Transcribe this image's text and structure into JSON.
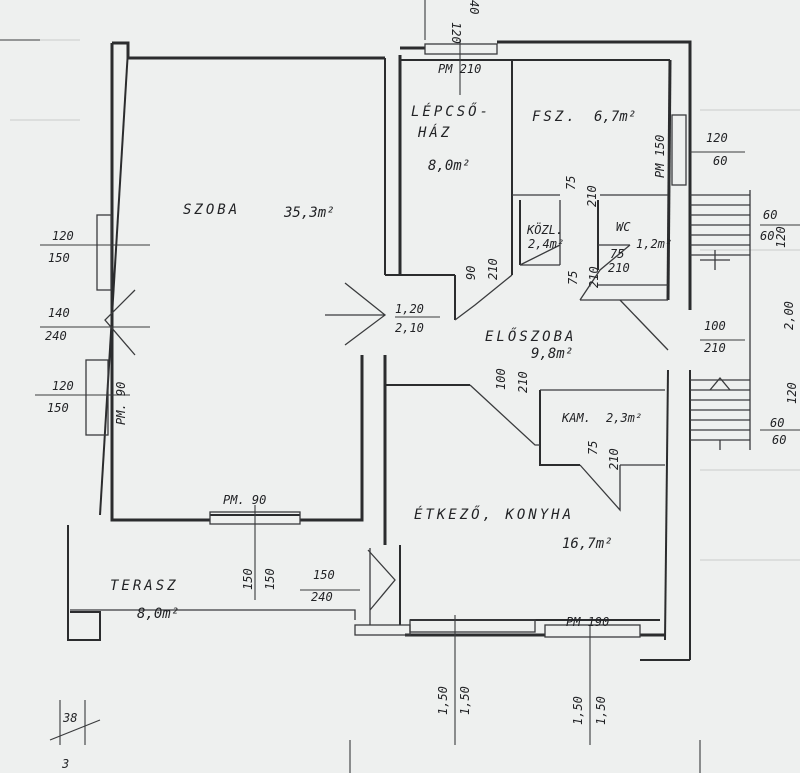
{
  "rooms": {
    "szoba": {
      "name": "SZOBA",
      "area": "35,3m²"
    },
    "lepcsohaz": {
      "name_line1": "LÉPCSŐ-",
      "name_line2": "HÁZ",
      "area": "8,0m²"
    },
    "fsz": {
      "name": "FSZ.",
      "area": "6,7m²"
    },
    "kozl": {
      "name": "KÖZL.",
      "area": "2,4m²"
    },
    "wc": {
      "name": "WC",
      "area": "1,2m²"
    },
    "eloszoba": {
      "name": "ELŐSZOBA",
      "area": "9,8m²"
    },
    "kam": {
      "name": "KAM.",
      "area": "2,3m²"
    },
    "etkezo": {
      "name": "ÉTKEZŐ, KONYHA",
      "area": "16,7m²"
    },
    "terasz": {
      "name": "TERASZ",
      "area": "8,0m²"
    }
  },
  "openings": {
    "top_pm": "PM 210",
    "fsz_pm": "PM 150",
    "right_120": "120",
    "right_60": "60",
    "left_120": "120",
    "left_150": "150",
    "left_140": "140",
    "left_240": "240",
    "left2_120": "120",
    "left2_150": "150",
    "left_pm": "PM. 90",
    "door_120": "1,20",
    "door_210": "2,10",
    "door90_a": "90",
    "door90_b": "210",
    "kozl_75": "75",
    "kozl_210": "210",
    "wc_75a": "75",
    "wc_210a": "210",
    "wc_75b": "75",
    "wc_210b": "210",
    "elo_100": "100",
    "elo_210": "210",
    "right_100": "100",
    "right_210": "210",
    "kam_75": "75",
    "kam_210": "210",
    "stair_60a": "60",
    "stair_60b": "60",
    "stair_60c": "60",
    "stair_60d": "60",
    "bottom_pm": "PM. 90",
    "v150a": "150",
    "v150b": "150",
    "ter_150": "150",
    "ter_240": "240",
    "pm190": "PM 190",
    "b150a": "1,50",
    "b150b": "1,50",
    "b150c": "1,50",
    "b150d": "1,50",
    "corner_38": "38",
    "top_edge_a": "120",
    "top_edge_b": "40",
    "right_edge_a": "120",
    "right_edge_b": "2,00",
    "right_edge_c": "120",
    "bottom_edge": "3"
  },
  "colors": {
    "paper": "#eef0ef",
    "ink": "#2b2c2e"
  }
}
